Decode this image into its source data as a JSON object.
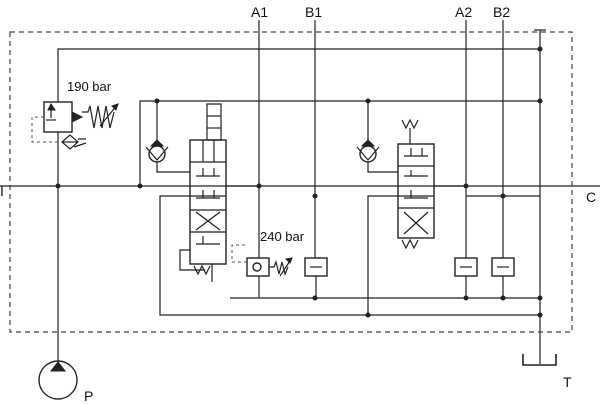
{
  "diagram": {
    "port_labels": {
      "a1": "A1",
      "b1": "B1",
      "a2": "A2",
      "b2": "B2",
      "inlet": "I",
      "carryover": "C",
      "pump": "P",
      "tank": "T"
    },
    "relief_valves": {
      "main": "190 bar",
      "secondary": "240 bar"
    }
  }
}
